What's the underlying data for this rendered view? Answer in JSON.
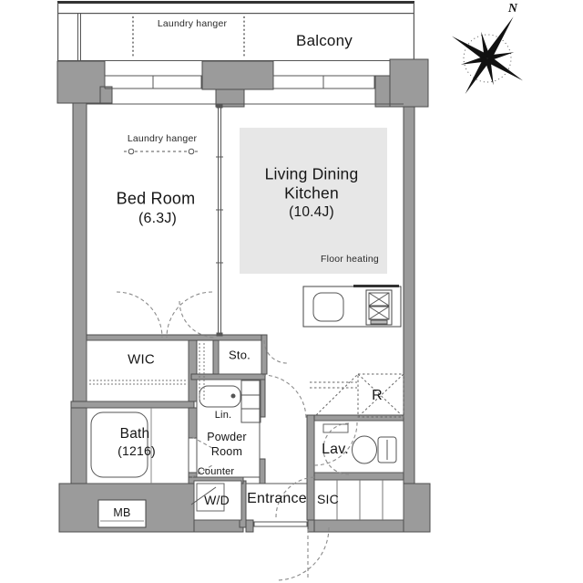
{
  "colors": {
    "wall_fill": "#9b9b9b",
    "wall_outline": "#4d4d4d",
    "line": "#555555",
    "floor_heating_fill": "#e7e7e7",
    "dash": "#828282",
    "text": "#161616"
  },
  "compass": {
    "north_label": "N"
  },
  "balcony": {
    "label": "Balcony",
    "laundry_hanger": "Laundry hanger"
  },
  "bedroom": {
    "name": "Bed Room",
    "size": "(6.3J)",
    "laundry_hanger": "Laundry hanger"
  },
  "ldk": {
    "name_line1": "Living Dining",
    "name_line2": "Kitchen",
    "size": "(10.4J)",
    "floor_heating": "Floor heating"
  },
  "storage": {
    "wic": "WIC",
    "sto": "Sto.",
    "sic": "SIC",
    "lin": "Lin."
  },
  "bath": {
    "name": "Bath",
    "size": "(1216)"
  },
  "powder_room": {
    "name_line1": "Powder",
    "name_line2": "Room",
    "counter": "Counter",
    "wd": "W/D"
  },
  "entrance": {
    "label": "Entrance"
  },
  "lavatory": {
    "label": "Lav."
  },
  "kitchen": {
    "refrigerator": "R"
  },
  "meter_box": {
    "label": "MB"
  }
}
